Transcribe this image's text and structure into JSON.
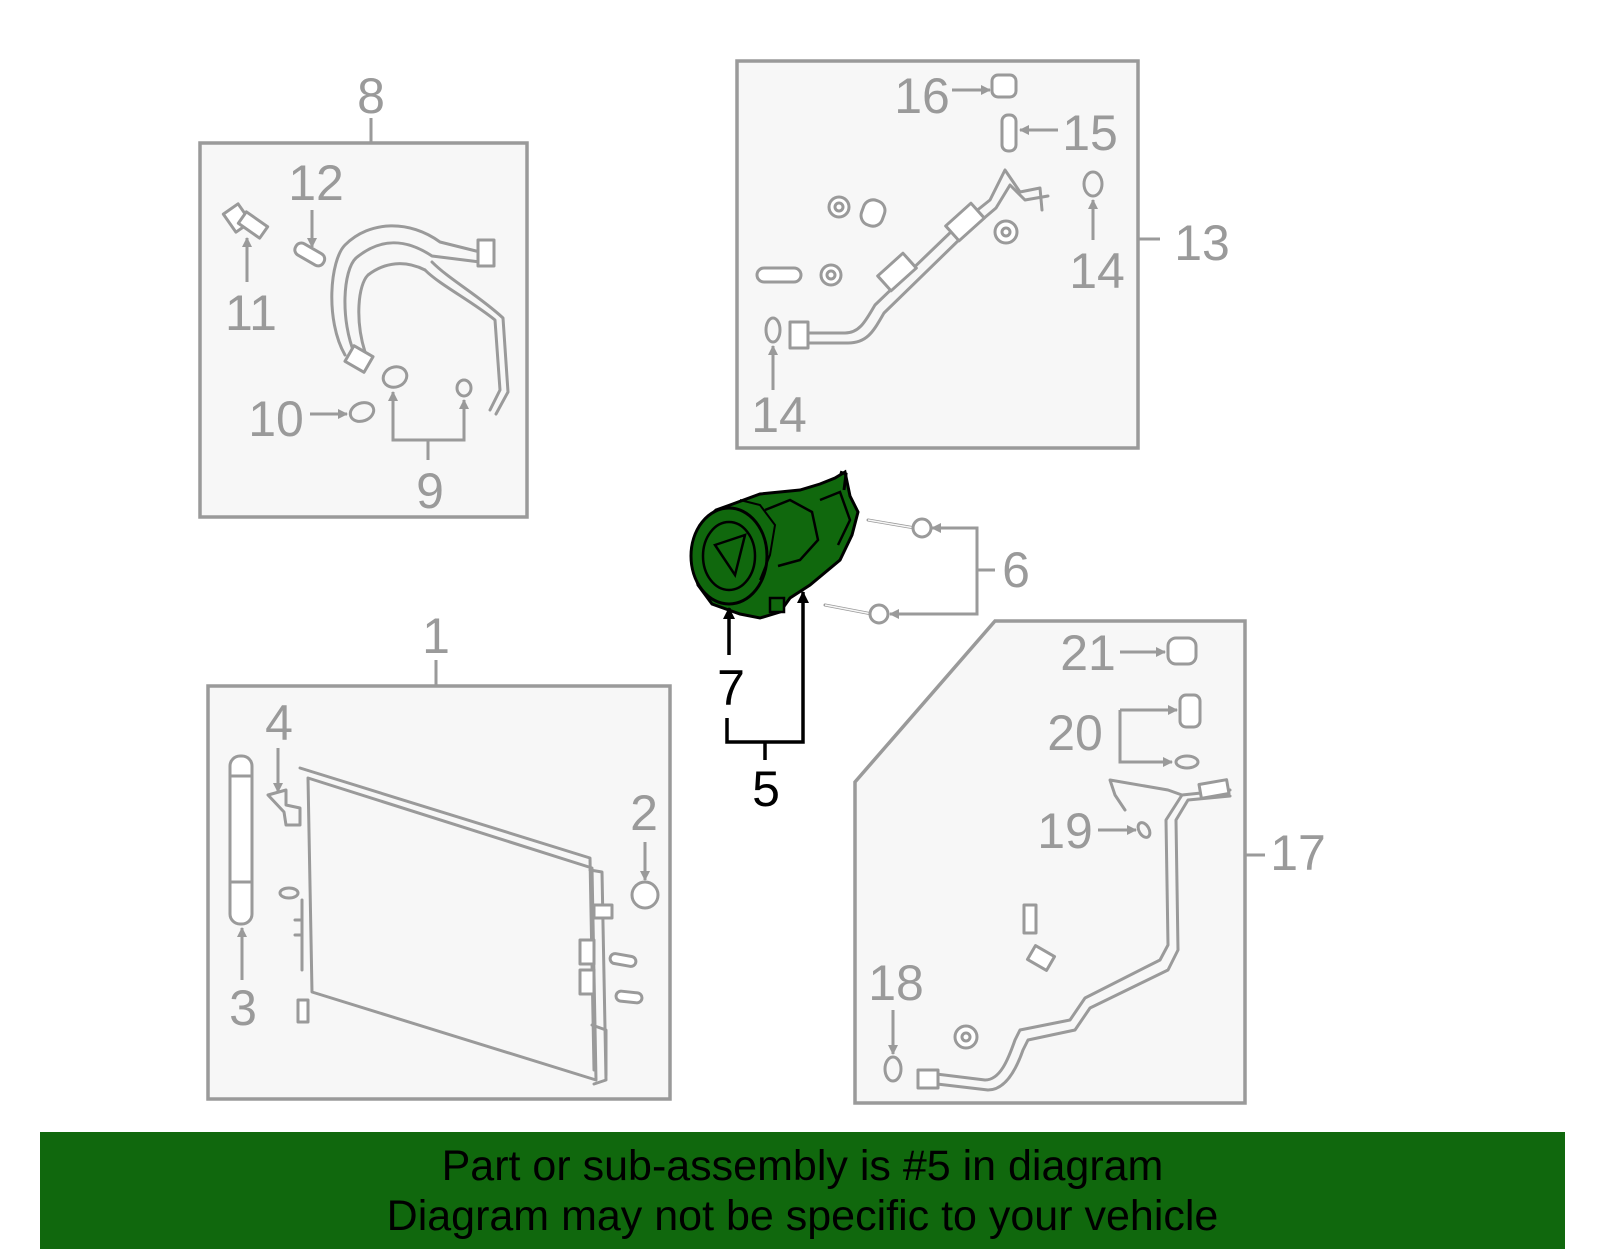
{
  "callouts": {
    "c1": "1",
    "c2": "2",
    "c3": "3",
    "c4": "4",
    "c5": "5",
    "c6": "6",
    "c7": "7",
    "c8": "8",
    "c9": "9",
    "c10": "10",
    "c11": "11",
    "c12": "12",
    "c13": "13",
    "c14a": "14",
    "c14b": "14",
    "c15": "15",
    "c16": "16",
    "c17": "17",
    "c18": "18",
    "c19": "19",
    "c20": "20",
    "c21": "21"
  },
  "banner": {
    "line1": "Part or sub-assembly is #5 in diagram",
    "line2": "Diagram may not be specific to your vehicle"
  },
  "colors": {
    "highlight": "#10680d",
    "line": "#9a9a9a",
    "box_fill": "#f7f7f7",
    "banner_bg": "#10680d"
  }
}
